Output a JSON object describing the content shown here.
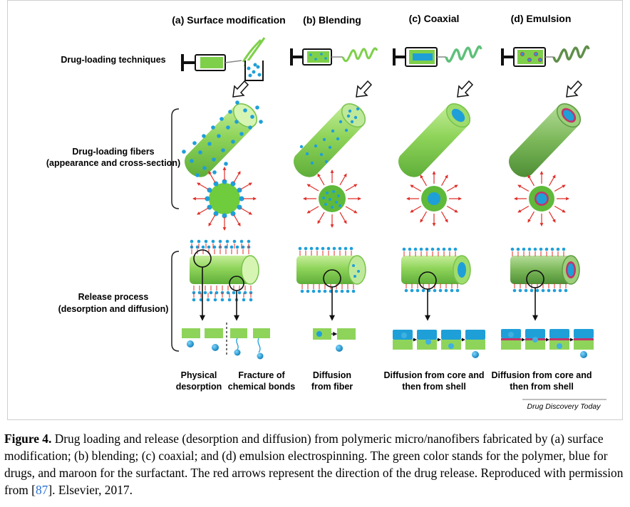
{
  "panels": {
    "a": "(a) Surface modification",
    "b": "(b) Blending",
    "c": "(c) Coaxial",
    "d": "(d) Emulsion"
  },
  "row_labels": {
    "techniques": "Drug-loading techniques",
    "fibers_1": "Drug-loading fibers",
    "fibers_2": "(appearance and cross-section)",
    "release_1": "Release process",
    "release_2": "(desorption and diffusion)"
  },
  "bottom_labels": {
    "a1_l1": "Physical",
    "a1_l2": "desorption",
    "a2_l1": "Fracture of",
    "a2_l2": "chemical bonds",
    "b_l1": "Diffusion",
    "b_l2": "from fiber",
    "c_l1": "Diffusion from core and",
    "c_l2": "then from shell",
    "d_l1": "Diffusion from core and",
    "d_l2": "then from shell"
  },
  "source": "Drug Discovery Today",
  "caption": {
    "label": "Figure 4.",
    "before_ref": "Drug loading and release (desorption and diffusion) from polymeric micro/nanofibers fabricated by (a) surface modification; (b) blending; (c) coaxial; and (d) emulsion electrospinning. The green color stands for the polymer, blue for drugs, and maroon for the surfactant. The red arrows represent the direction of the drug release. Reproduced with permission from [",
    "ref": "87",
    "after_ref": "]. Elsevier, 2017."
  },
  "colors": {
    "polymer": "#8fd45a",
    "drug": "#1f9fd8",
    "surfactant": "#c2356a",
    "release_arrow": "#e0302a"
  },
  "icons": [
    "syringe-icon",
    "fiber-icon",
    "drug-dot-icon",
    "release-arrow-icon"
  ]
}
